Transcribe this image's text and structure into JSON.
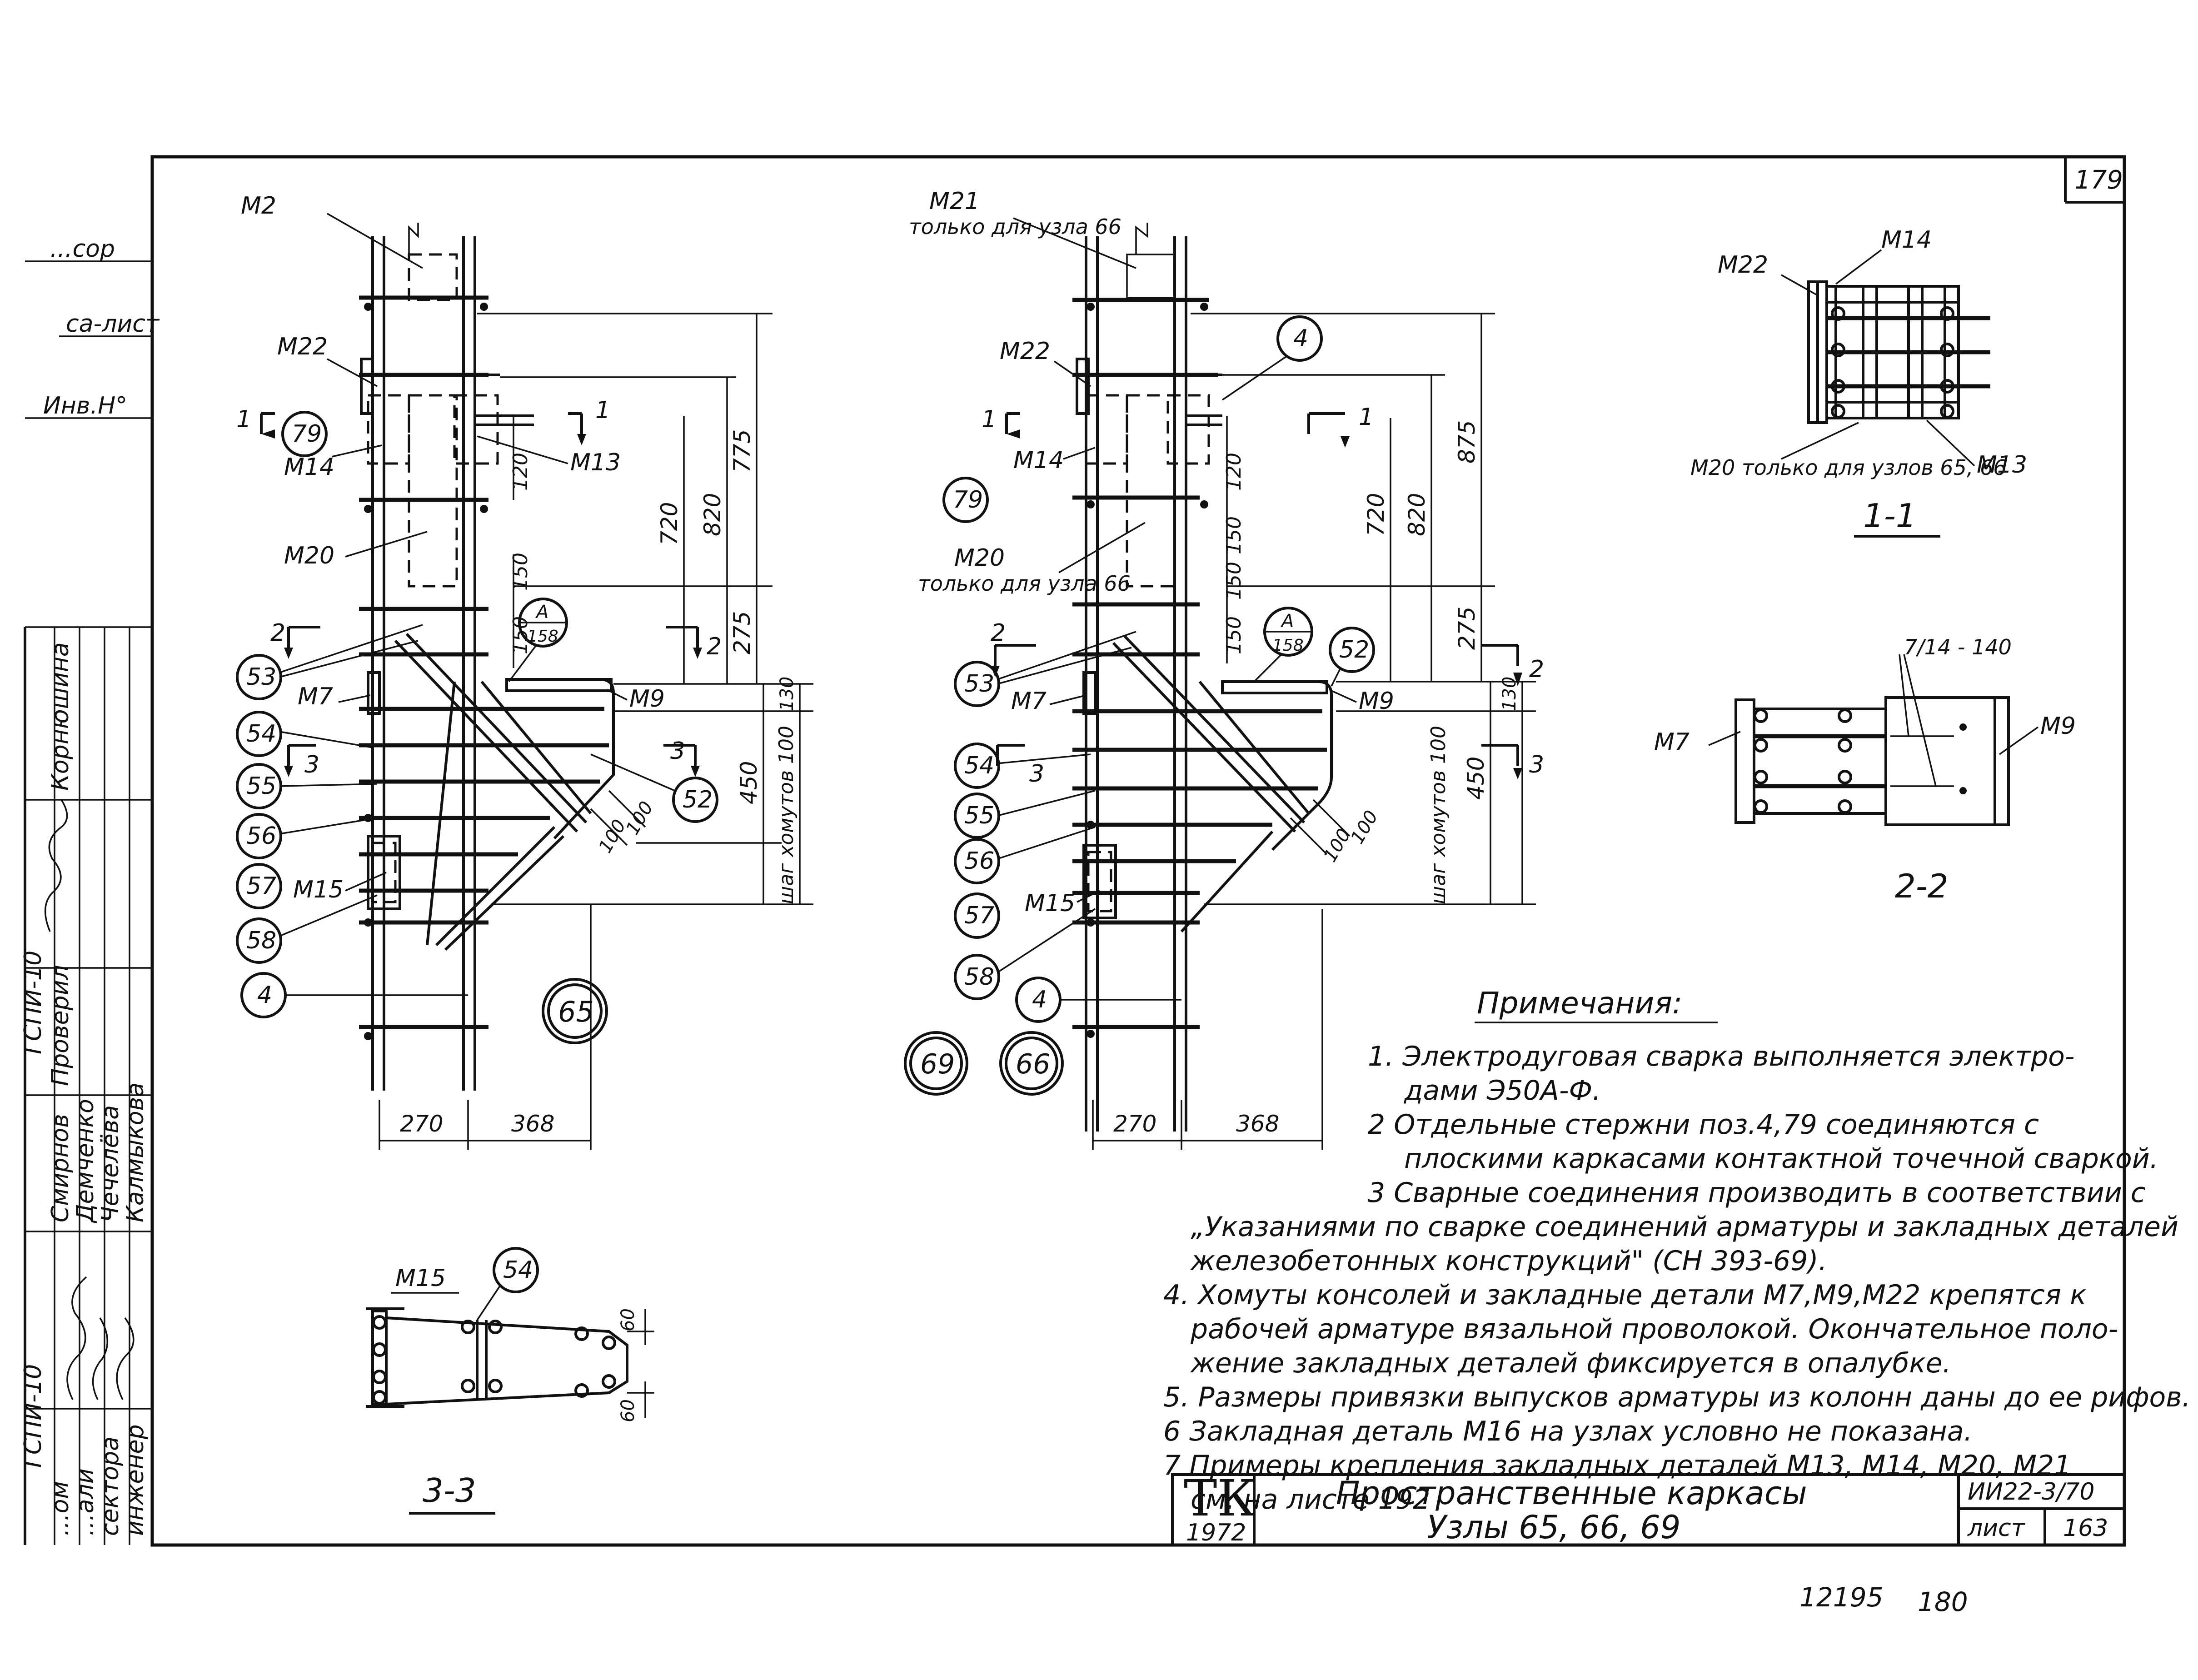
{
  "sheet": {
    "corner_number": "179",
    "footer_left": "12195",
    "footer_right": "180"
  },
  "left_margin": {
    "l1": "...сор",
    "l2": "са-лист",
    "l3": "Инв.Н°"
  },
  "stamp": {
    "top_cols": [
      "ГСПИ-10",
      "Проверил",
      "Корнюшина"
    ],
    "bottom_cols": [
      "ГСПИ-10",
      "...ом",
      "...али",
      "сектора",
      "инженер",
      "Смирнов",
      "Демченко",
      "Чечелёва",
      "Калмыкова"
    ]
  },
  "nodeA": {
    "mark_top": "М2",
    "labels": [
      "М22",
      "М14",
      "М13",
      "М20",
      "М7",
      "М9",
      "М15"
    ],
    "circles": [
      "79",
      "53",
      "54",
      "55",
      "56",
      "57",
      "58",
      "4",
      "52"
    ],
    "ref_top": "А",
    "ref_bottom": "158",
    "sections": [
      "1",
      "1",
      "2",
      "2",
      "3",
      "3"
    ],
    "dims_v": [
      "775",
      "820",
      "720",
      "120",
      "150",
      "150",
      "275",
      "130",
      "450"
    ],
    "stirrup_label": "шаг хомутов 100",
    "dims_h": [
      "270",
      "368",
      "100",
      "100"
    ],
    "node_id": "65"
  },
  "nodeB": {
    "mark_top": "М21",
    "mark_top_note": "только для узла 66",
    "labels": [
      "М22",
      "М14",
      "М20",
      "М7",
      "М9",
      "М15"
    ],
    "m20_note": "только для узла 66",
    "circles": [
      "4",
      "79",
      "53",
      "54",
      "55",
      "56",
      "57",
      "58",
      "4",
      "52"
    ],
    "ref_top": "А",
    "ref_bottom": "158",
    "sections": [
      "1",
      "1",
      "2",
      "2",
      "3",
      "3"
    ],
    "dims_v": [
      "875",
      "820",
      "720",
      "120",
      "150",
      "150",
      "150",
      "275",
      "130",
      "450"
    ],
    "stirrup_label": "шаг хомутов 100",
    "dims_h": [
      "270",
      "368",
      "100",
      "100"
    ],
    "node_ids": [
      "69",
      "66"
    ]
  },
  "section11": {
    "labels": [
      "М22",
      "М14",
      "М20 только для узлов 65, 66",
      "М13"
    ],
    "title": "1-1"
  },
  "section22": {
    "labels": [
      "7/14 - 140",
      "М7",
      "М9"
    ],
    "title": "2-2"
  },
  "section33": {
    "labels": [
      "М15",
      "54",
      "60",
      "60"
    ],
    "title": "3-3"
  },
  "notes": {
    "title": "Примечания:",
    "lines": [
      "1. Электродуговая сварка выполняется электро-",
      "дами Э50А-Ф.",
      "2 Отдельные стержни поз.4,79 соединяются с",
      "плоскими каркасами контактной точечной сваркой.",
      "3 Сварные соединения производить в соответствии с",
      "„Указаниями по сварке соединений арматуры и закладных деталей",
      "железобетонных конструкций\" (СН 393-69).",
      "4. Хомуты консолей и закладные детали М7,М9,М22 крепятся к",
      "рабочей арматуре вязальной проволокой. Окончательное поло-",
      "жение закладных деталей фиксируется в опалубке.",
      "5. Размеры привязки выпусков арматуры из колонн даны до ее рифов.",
      "6 Закладная деталь М16 на узлах условно не показана.",
      "7 Примеры крепления закладных деталей М13, М14, М20, М21",
      "см. на листе 192"
    ]
  },
  "title_block": {
    "logo": "ТК",
    "year": "1972",
    "title1": "Пространственные каркасы",
    "title2": "Узлы 65, 66, 69",
    "code": "ИИ22-3/70",
    "sheet_label": "лист",
    "sheet_no": "163"
  }
}
